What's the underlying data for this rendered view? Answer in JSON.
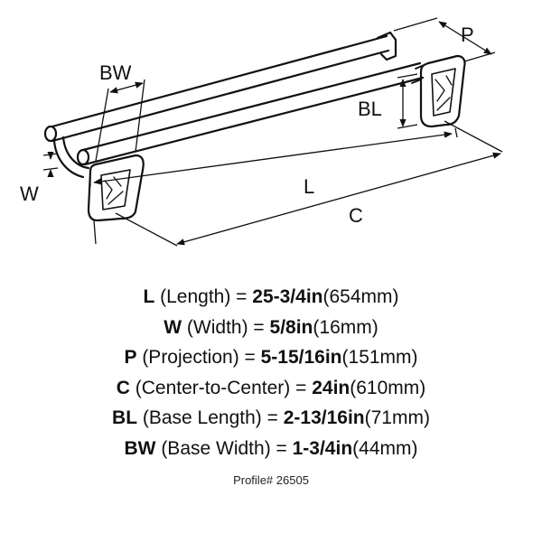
{
  "diagram": {
    "labels": {
      "bw": "BW",
      "p": "P",
      "bl": "BL",
      "w": "W",
      "l": "L",
      "c": "C"
    }
  },
  "specs": [
    {
      "key": "L",
      "desc": " (Length) = ",
      "value": "25-3/4in",
      "metric": "(654mm)"
    },
    {
      "key": "W",
      "desc": " (Width) = ",
      "value": "5/8in",
      "metric": "(16mm)"
    },
    {
      "key": "P",
      "desc": " (Projection) = ",
      "value": "5-15/16in",
      "metric": "(151mm)"
    },
    {
      "key": "C",
      "desc": " (Center-to-Center) = ",
      "value": "24in",
      "metric": "(610mm)"
    },
    {
      "key": "BL",
      "desc": " (Base Length) = ",
      "value": "2-13/16in",
      "metric": "(71mm)"
    },
    {
      "key": "BW",
      "desc": " (Base Width) = ",
      "value": "1-3/4in",
      "metric": "(44mm)"
    }
  ],
  "profile": "Profile# 26505"
}
